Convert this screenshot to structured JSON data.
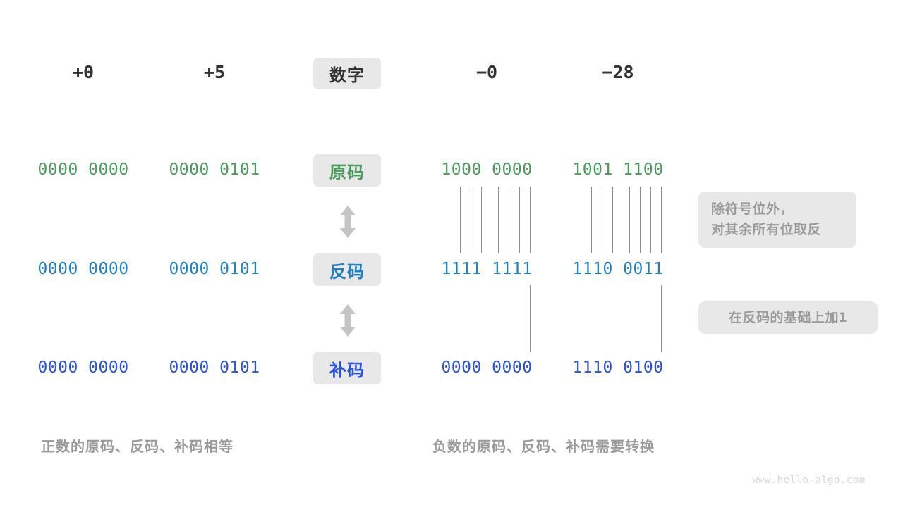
{
  "diagram": {
    "title_row": {
      "label": "数字",
      "columns": [
        "+0",
        "+5",
        "−0",
        "−28"
      ]
    },
    "row_labels": [
      {
        "text": "原码",
        "color": "#4a9c5d"
      },
      {
        "text": "反码",
        "color": "#1f7fc4"
      },
      {
        "text": "补码",
        "color": "#2a52e0"
      }
    ],
    "rows": [
      {
        "name": "原码",
        "color": "#4a9c5d",
        "cells": [
          "0000 0000",
          "0000 0101",
          "1000 0000",
          "1001 1100"
        ]
      },
      {
        "name": "反码",
        "color": "#1f7fc4",
        "cells": [
          "0000 0000",
          "0000 0101",
          "1111 1111",
          "1110 0011"
        ]
      },
      {
        "name": "补码",
        "color": "#2a52e0",
        "cells": [
          "0000 0000",
          "0000 0101",
          "0000 0000",
          "1110 0100"
        ]
      }
    ],
    "notes": [
      {
        "lines": [
          "除符号位外，",
          "对其余所有位取反"
        ],
        "suffix": ""
      },
      {
        "lines": [
          "在反码的基础上加 "
        ],
        "suffix": "1"
      }
    ],
    "captions": {
      "left": "正数的原码、反码、补码相等",
      "right": "负数的原码、反码、补码需要转换"
    },
    "watermark": "www.hello-algo.com",
    "arrow_icon": "up-down-arrow",
    "colors": {
      "pill_bg": "#e8e8e8",
      "note_bg": "#e8e8e8",
      "line": "#909090",
      "muted_text": "#9a9a9a",
      "head_text": "#333333"
    }
  }
}
